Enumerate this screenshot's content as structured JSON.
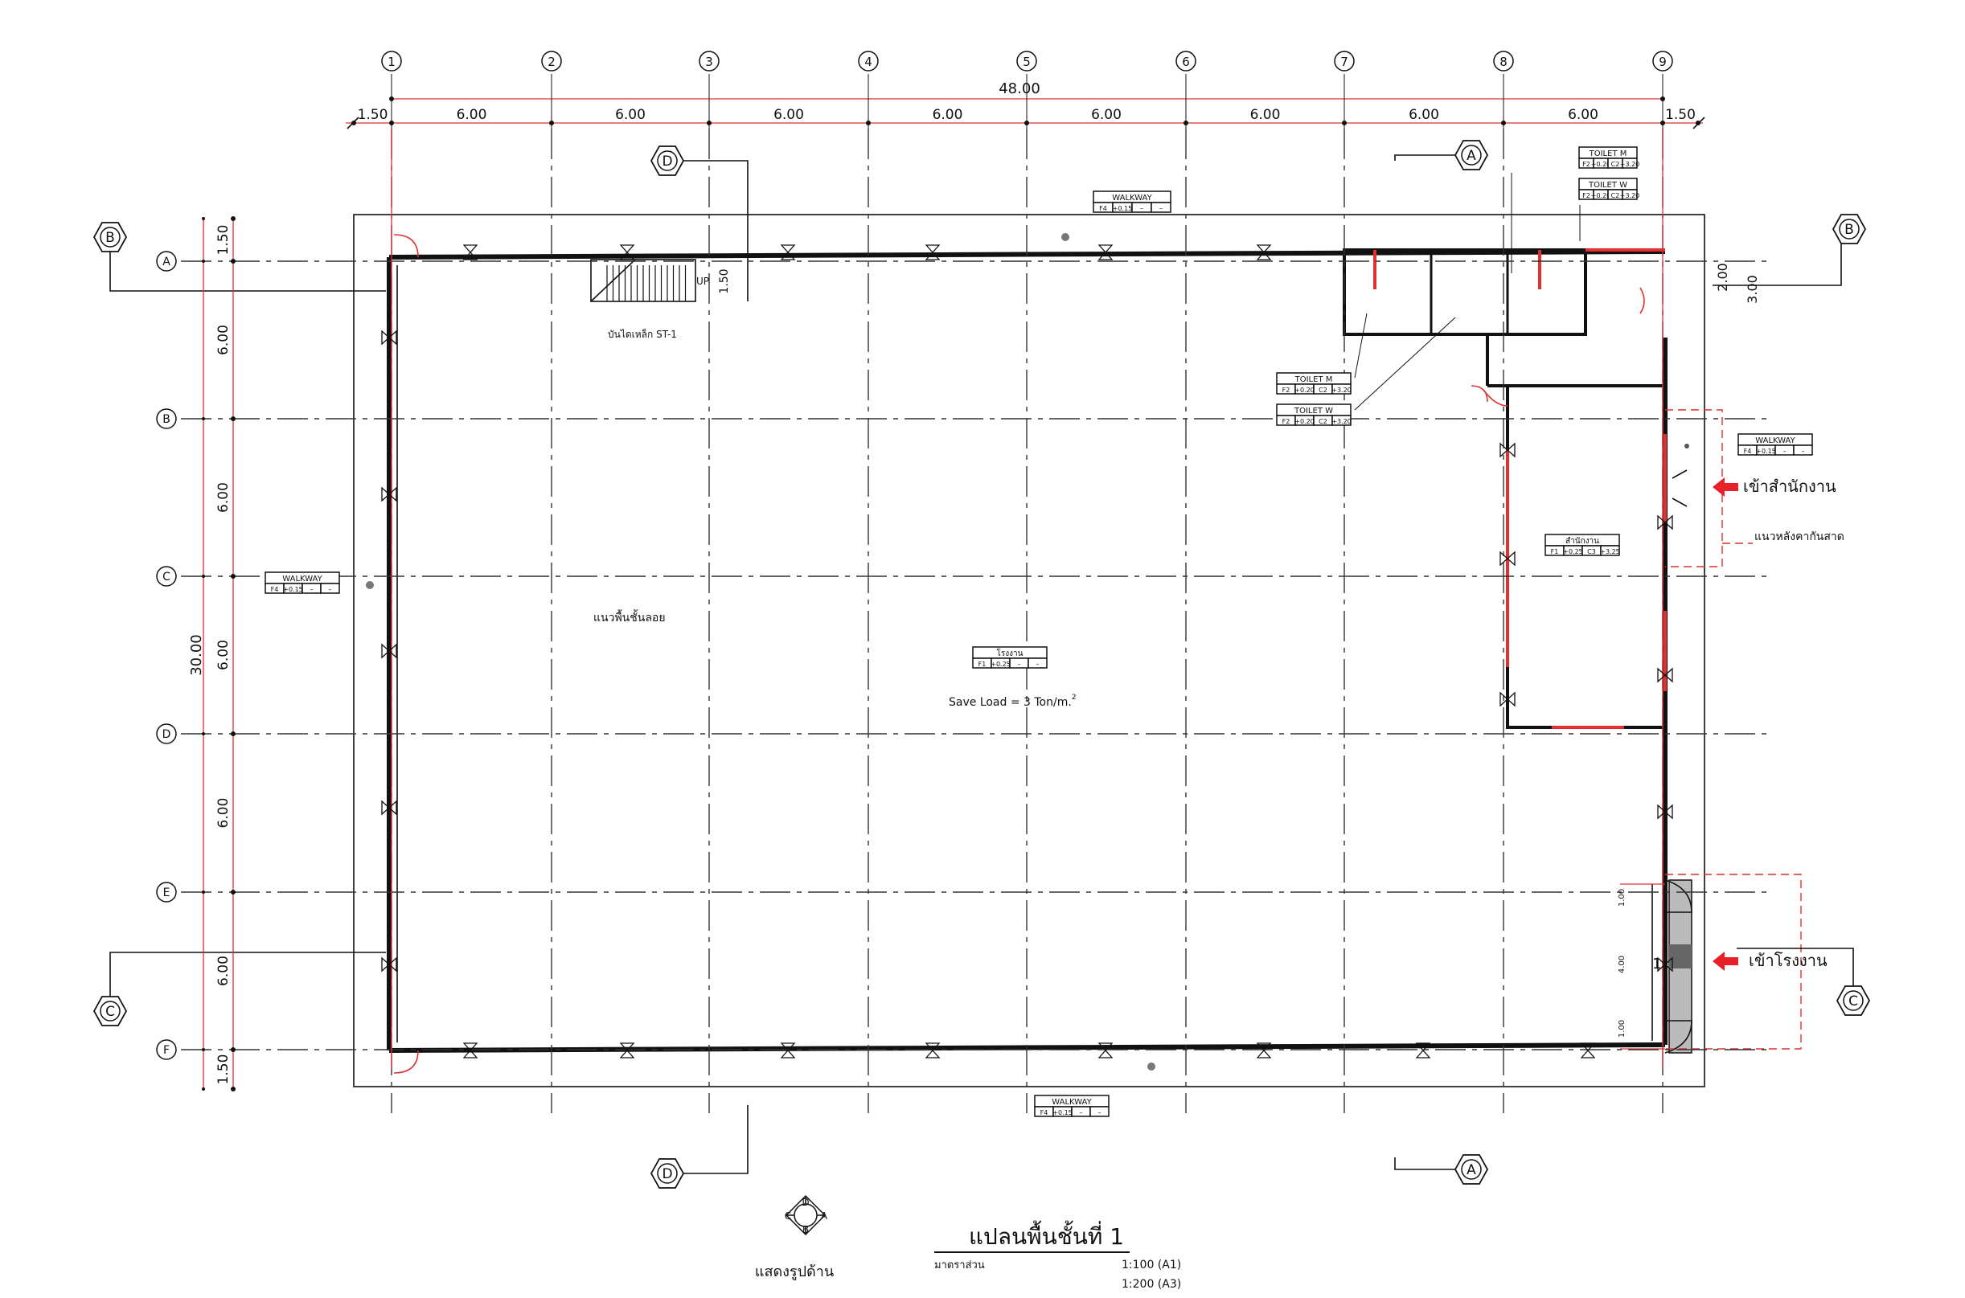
{
  "grid": {
    "columns": [
      "1",
      "2",
      "3",
      "4",
      "5",
      "6",
      "7",
      "8",
      "9"
    ],
    "rows": [
      "A",
      "B",
      "C",
      "D",
      "E",
      "F"
    ]
  },
  "dimensions": {
    "total_width": "48.00",
    "top_spans": [
      "1.50",
      "6.00",
      "6.00",
      "6.00",
      "6.00",
      "6.00",
      "6.00",
      "6.00",
      "6.00",
      "1.50"
    ],
    "total_depth": "30.00",
    "left_spans": [
      "1.50",
      "6.00",
      "6.00",
      "6.00",
      "6.00",
      "6.00",
      "1.50"
    ],
    "stair_dim": "1.50",
    "right_dim_outer": "3.00",
    "right_dim_inner": "2.00",
    "door_dims": [
      "1.00",
      "4.00",
      "1.00"
    ]
  },
  "sections": {
    "a": "A",
    "b": "B",
    "c": "C",
    "d": "D"
  },
  "labels": {
    "stair": "บันไดเหล็ก ST-1",
    "stair_up": "UP",
    "mezzanine_line": "แนวพื้นชั้นลอย",
    "canopy_line": "แนวหลังคากันสาด",
    "office_entry": "เข้าสำนักงาน",
    "factory_entry": "เข้าโรงงาน",
    "save_load": "Save Load = 3 Ton/m.",
    "save_load_sup": "2",
    "door_mark": "1"
  },
  "room_tags": [
    {
      "name": "WALKWAY",
      "codes": [
        "F4",
        "+0.15",
        "–",
        "–"
      ]
    },
    {
      "name": "TOILET M",
      "codes": [
        "F2",
        "+0.20",
        "C2",
        "+3.20"
      ]
    },
    {
      "name": "TOILET W",
      "codes": [
        "F2",
        "+0.20",
        "C2",
        "+3.20"
      ]
    },
    {
      "name": "TOILET M",
      "codes": [
        "F2",
        "+0.20",
        "C2",
        "+3.20"
      ]
    },
    {
      "name": "TOILET W",
      "codes": [
        "F2",
        "+0.20",
        "C2",
        "+3.20"
      ]
    },
    {
      "name": "WALKWAY",
      "codes": [
        "F4",
        "+0.15",
        "–",
        "–"
      ]
    },
    {
      "name": "สำนักงาน",
      "codes": [
        "F1",
        "+0.25",
        "C3",
        "+3.25"
      ]
    },
    {
      "name": "WALKWAY",
      "codes": [
        "F4",
        "+0.15",
        "–",
        "–"
      ]
    },
    {
      "name": "โรงงาน",
      "codes": [
        "F1",
        "+0.25",
        "–",
        "–"
      ]
    },
    {
      "name": "WALKWAY",
      "codes": [
        "F4",
        "+0.15",
        "–",
        "–"
      ]
    }
  ],
  "legend": {
    "compass": [
      "D",
      "A",
      "B",
      "C"
    ],
    "caption": "แสดงรูปด้าน"
  },
  "title": {
    "main": "แปลนพื้นชั้นที่ 1",
    "scale_label": "มาตราส่วน",
    "scale_a1": "1:100 (A1)",
    "scale_a3": "1:200 (A3)"
  },
  "colors": {
    "dimension": "#e03030",
    "arrow": "#e8202a",
    "line": "#111111"
  }
}
